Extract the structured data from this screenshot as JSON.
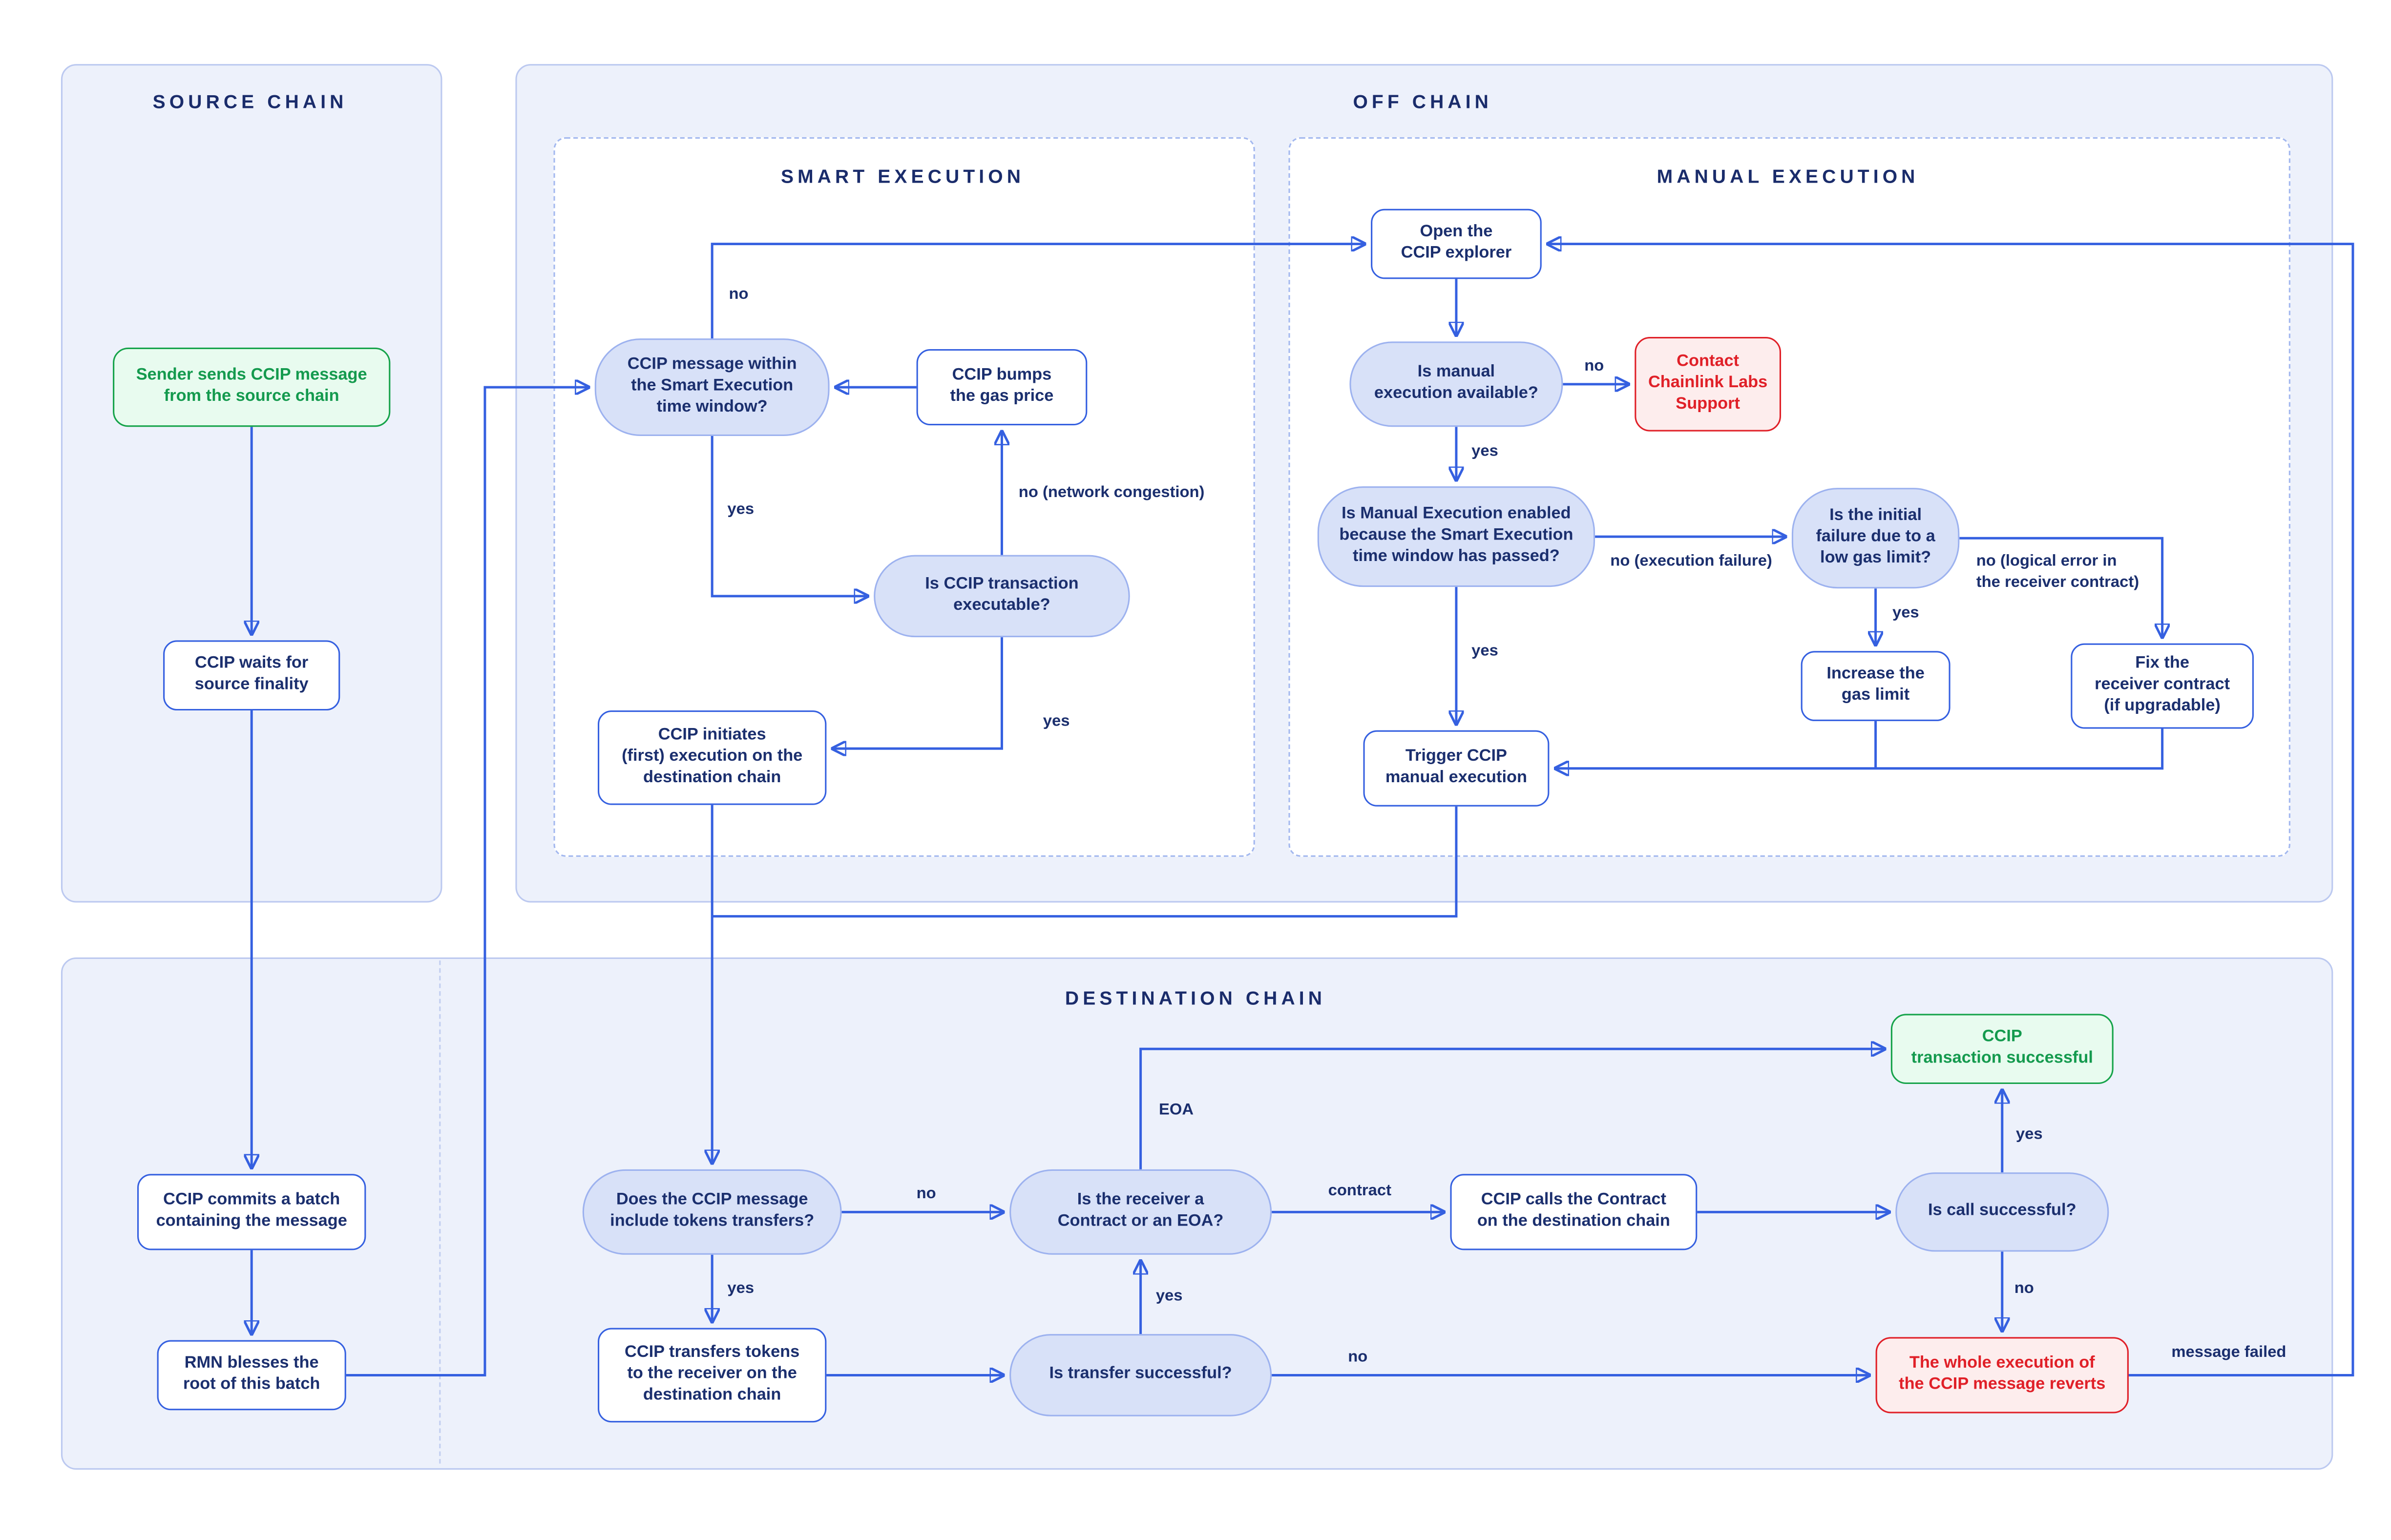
{
  "diagram": {
    "panels": {
      "source": "SOURCE CHAIN",
      "offchain": "OFF CHAIN",
      "smart": "SMART EXECUTION",
      "manual": "MANUAL EXECUTION",
      "destination": "DESTINATION CHAIN"
    },
    "nodes": {
      "sender": "Sender sends CCIP message\nfrom the source chain",
      "waits": "CCIP waits for\nsource finality",
      "commits": "CCIP commits a batch\ncontaining the message",
      "rmn": "RMN blesses the\nroot of this batch",
      "window": "CCIP message within\nthe Smart Execution\ntime window?",
      "bumps": "CCIP bumps\nthe gas price",
      "executable": "Is CCIP transaction\nexecutable?",
      "initiates": "CCIP initiates\n(first) execution on the\ndestination chain",
      "explorer": "Open the\nCCIP explorer",
      "available": "Is manual\nexecution available?",
      "contact": "Contact\nChainlink Labs\nSupport",
      "enabled": "Is Manual Execution enabled\nbecause the Smart Execution\ntime window has passed?",
      "initial_failure": "Is the initial\nfailure due to a\nlow gas limit?",
      "increase": "Increase the\ngas limit",
      "fix": "Fix the\nreceiver contract\n(if upgradable)",
      "trigger": "Trigger CCIP\nmanual execution",
      "tokens": "Does the CCIP message\ninclude tokens transfers?",
      "receiver": "Is the receiver a\nContract or an EOA?",
      "calls": "CCIP calls the Contract\non the destination chain",
      "call_success": "Is call successful?",
      "tx_success": "CCIP\ntransaction successful",
      "transfers": "CCIP transfers tokens\nto the receiver on the\ndestination chain",
      "transfer_success": "Is transfer successful?",
      "reverts": "The whole execution of\nthe CCIP message reverts"
    },
    "labels": {
      "smart_no": "no",
      "smart_yes": "yes",
      "congestion": "no (network congestion)",
      "executable_yes": "yes",
      "available_no": "no",
      "available_yes": "yes",
      "exec_failure": "no (execution failure)",
      "enabled_yes": "yes",
      "gas_yes": "yes",
      "logical_error": "no (logical error in\nthe receiver contract)",
      "tokens_no": "no",
      "tokens_yes": "yes",
      "transfer_yes": "yes",
      "transfer_no": "no",
      "contract": "contract",
      "eoa": "EOA",
      "call_yes": "yes",
      "call_no": "no",
      "message_failed": "message failed"
    },
    "colors": {
      "arrow": "#3560E0",
      "panel_fill": "#EDF1FB",
      "panel_border": "#BCC9F0",
      "decision_fill": "#D8E1F8",
      "decision_border": "#9DB2EF",
      "process_border": "#3560E0",
      "text": "#1B2F6E",
      "title_text": "#1A2C6B",
      "success_border": "#16A34A",
      "success_fill": "#E8FBEF",
      "success_text": "#149A4E",
      "error_border": "#E02028",
      "error_fill": "#FDEDED",
      "error_text": "#E02028"
    }
  }
}
